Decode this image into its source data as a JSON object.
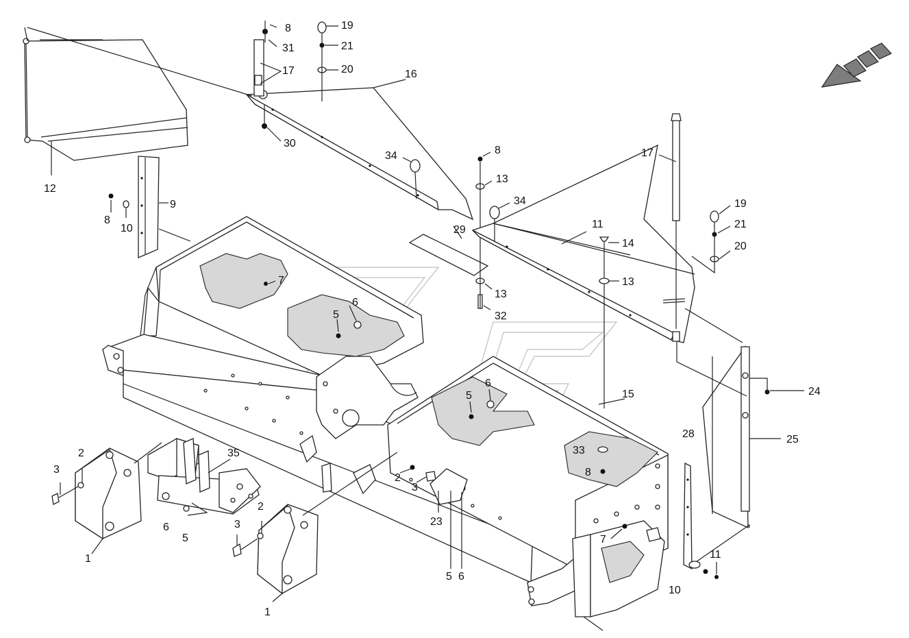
{
  "callouts": [
    "1",
    "2",
    "3",
    "5",
    "6",
    "7",
    "8",
    "9",
    "10",
    "11",
    "12",
    "13",
    "14",
    "15",
    "16",
    "17",
    "19",
    "20",
    "21",
    "23",
    "24",
    "25",
    "28",
    "29",
    "30",
    "31",
    "32",
    "33",
    "34",
    "35"
  ],
  "labels": {
    "l8a": "8",
    "l31": "31",
    "l17a": "17",
    "l19a": "19",
    "l21a": "21",
    "l20a": "20",
    "l16": "16",
    "l30": "30",
    "l12": "12",
    "l9": "9",
    "l8b": "8",
    "l10a": "10",
    "l34a": "34",
    "l8c": "8",
    "l13a": "13",
    "l34b": "34",
    "l17b": "17",
    "l11a": "11",
    "l29": "29",
    "l14": "14",
    "l19b": "19",
    "l21b": "21",
    "l20b": "20",
    "l13b": "13",
    "l13c": "13",
    "l32": "32",
    "l7a": "7",
    "l6a": "6",
    "l5a": "5",
    "l5b": "5",
    "l6b": "6",
    "l15": "15",
    "l24": "24",
    "l25": "25",
    "l28": "28",
    "l33": "33",
    "l8d": "8",
    "l35": "35",
    "l3a": "3",
    "l2a": "2",
    "l6c": "6",
    "l5c": "5",
    "l1a": "1",
    "l2b": "2",
    "l3b": "3",
    "l2c": "2",
    "l3c": "3",
    "l23": "23",
    "l5d": "5",
    "l6d": "6",
    "l7b": "7",
    "l1b": "1",
    "l11b": "11",
    "l10b": "10"
  },
  "direction_arrow": "direction-of-travel-arrow"
}
